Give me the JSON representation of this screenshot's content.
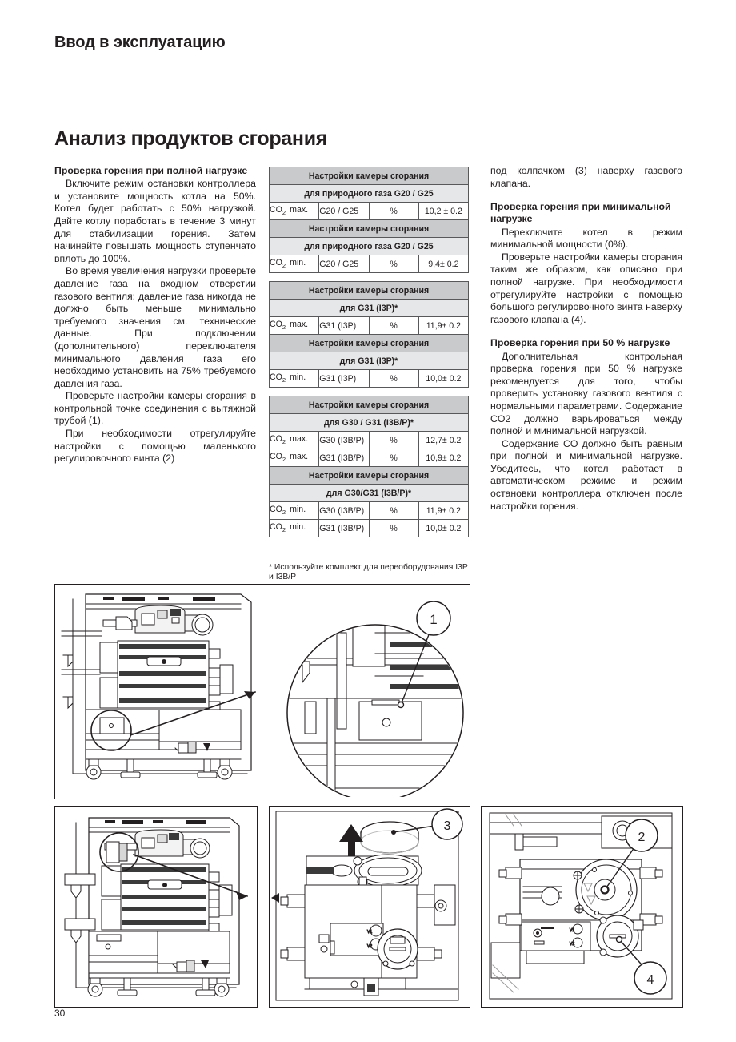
{
  "document": {
    "running_head": "Ввод в эксплуатацию",
    "section_title": "Анализ продуктов сгорания",
    "page_number": "30"
  },
  "left_column": {
    "subhead": "Проверка горения при полной нагрузке",
    "paragraphs": [
      "Включите режим остановки контроллера и установите мощность котла на 50%. Котел будет работать с 50% нагрузкой. Дайте котлу поработать в течение 3 минут для стабилизации горения. Затем начинайте повышать мощность ступенчато вплоть до 100%.",
      "Во время увеличения нагрузки проверьте давление газа на входном отверстии газового вентиля: давление газа никогда не должно быть меньше минимально требуемого значения  см. технические данные. При подключении (дополнительного) переключателя минимального давления газа его необходимо установить на 75% требуемого давления газа.",
      "Проверьте настройки камеры сгорания в контрольной точке соединения с вытяжной трубой (1).",
      "При необходимости отрегулируйте настройки с помощью маленького регулировочного винта (2)"
    ]
  },
  "right_column": {
    "lead_paragraph": "под колпачком (3) наверху газового клапана.",
    "blocks": [
      {
        "subhead": "Проверка горения при минимальной нагрузке",
        "paragraphs": [
          "Переключите котел в режим минимальной мощности (0%).",
          "Проверьте настройки камеры сгорания таким же образом, как описано при полной нагрузке. При необходимости отрегулируйте настройки с помощью большого регулировочного винта наверху газового клапана (4)."
        ]
      },
      {
        "subhead": "Проверка горения при 50 % нагрузке",
        "paragraphs": [
          "Дополнительная контрольная проверка горения при 50 % нагрузке рекомендуется для того, чтобы проверить установку газового вентиля с нормальными параметрами. Содержание CO2 должно варьироваться между полной и минимальной нагрузкой.",
          "Содержание CO должно быть равным при полной и минимальной нагрузке. Убедитесь, что котел работает в автоматическом режиме и режим остановки контроллера отключен после настройки горения."
        ]
      }
    ]
  },
  "tables": {
    "note": "* Используйте комплект для переоборудования I3P и I3B/P",
    "groups": [
      {
        "blocks": [
          {
            "header_main": "Настройки камеры сгорания",
            "header_sub": "для природного газа G20 / G25",
            "rows": [
              {
                "label": "CO",
                "label_sub": "2",
                "label_rest": "max.",
                "gas": "G20 / G25",
                "unit": "%",
                "value": "10,2 ± 0.2"
              }
            ]
          },
          {
            "header_main": "Настройки камеры сгорания",
            "header_sub": "для природного газа G20 / G25",
            "rows": [
              {
                "label": "CO",
                "label_sub": "2",
                "label_rest": "min.",
                "gas": "G20 / G25",
                "unit": "%",
                "value": "9,4± 0.2"
              }
            ]
          }
        ]
      },
      {
        "blocks": [
          {
            "header_main": "Настройки камеры сгорания",
            "header_sub": "для G31 (I3P)*",
            "rows": [
              {
                "label": "CO",
                "label_sub": "2",
                "label_rest": "max.",
                "gas": "G31 (I3P)",
                "unit": "%",
                "value": "11,9± 0.2"
              }
            ]
          },
          {
            "header_main": "Настройки камеры сгорания",
            "header_sub": "для G31 (I3P)*",
            "rows": [
              {
                "label": "CO",
                "label_sub": "2",
                "label_rest": "min.",
                "gas": "G31 (I3P)",
                "unit": "%",
                "value": "10,0± 0.2"
              }
            ]
          }
        ]
      },
      {
        "blocks": [
          {
            "header_main": "Настройки камеры сгорания",
            "header_sub": "для G30 / G31 (I3B/P)*",
            "rows": [
              {
                "label": "CO",
                "label_sub": "2",
                "label_rest": "max.",
                "gas": "G30 (I3B/P)",
                "unit": "%",
                "value": "12,7± 0.2"
              },
              {
                "label": "CO",
                "label_sub": "2",
                "label_rest": "max.",
                "gas": "G31 (I3B/P)",
                "unit": "%",
                "value": "10,9± 0.2"
              }
            ]
          },
          {
            "header_main": "Настройки камеры сгорания",
            "header_sub": "для G30/G31 (I3B/P)*",
            "rows": [
              {
                "label": "CO",
                "label_sub": "2",
                "label_rest": "min.",
                "gas": "G30 (I3B/P)",
                "unit": "%",
                "value": "11,9± 0.2"
              },
              {
                "label": "CO",
                "label_sub": "2",
                "label_rest": "min.",
                "gas": "G31 (I3B/P)",
                "unit": "%",
                "value": "10,0± 0.2"
              }
            ]
          }
        ]
      }
    ]
  },
  "figures": {
    "top": {
      "callouts": [
        "1"
      ]
    },
    "bottom_left": {
      "callouts": []
    },
    "bottom_middle": {
      "callouts": [
        "3"
      ]
    },
    "bottom_right": {
      "callouts": [
        "2",
        "4"
      ]
    }
  },
  "colors": {
    "text": "#231f20",
    "rule": "#8c8c8c",
    "table_border": "#58585b",
    "header_dark": "#c9cacb",
    "header_light": "#e6e7e8"
  }
}
